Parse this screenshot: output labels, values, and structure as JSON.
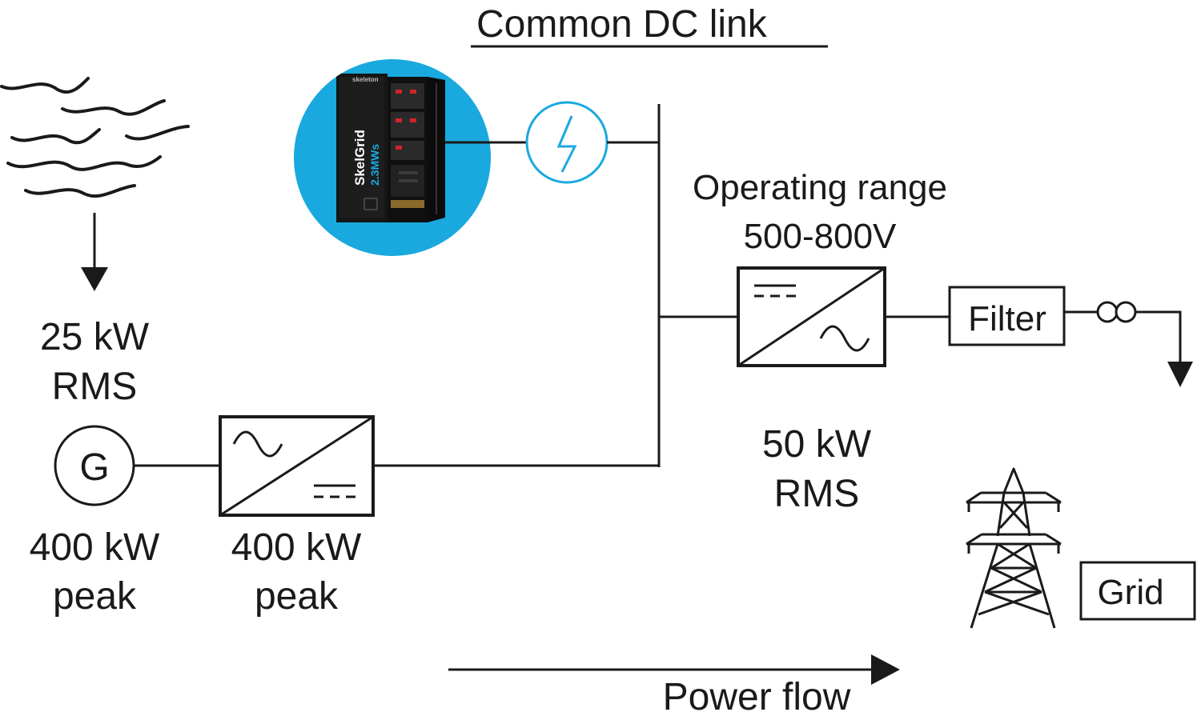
{
  "title": "Common DC link",
  "wave_source": {
    "power_line1": "25 kW",
    "power_line2": "RMS"
  },
  "generator": {
    "symbol": "G",
    "power_line1": "400 kW",
    "power_line2": "peak"
  },
  "rectifier": {
    "power_line1": "400 kW",
    "power_line2": "peak"
  },
  "storage": {
    "brand": "skeleton",
    "product": "SkelGrid",
    "rating": "2.3MWs"
  },
  "inverter": {
    "range_line1": "Operating range",
    "range_line2": "500-800V",
    "power_line1": "50 kW",
    "power_line2": "RMS"
  },
  "filter": {
    "label": "Filter"
  },
  "grid": {
    "label": "Grid"
  },
  "flow": {
    "label": "Power flow"
  },
  "colors": {
    "accent": "#19A9DF",
    "line": "#1a1a1a",
    "cabinet": "#161616"
  },
  "icons": [
    "waves-icon",
    "down-arrow-icon",
    "generator-icon",
    "ac-dc-converter-icon",
    "dc-ac-converter-icon",
    "lightning-icon",
    "transformer-icon",
    "power-tower-icon",
    "right-arrow-icon"
  ]
}
